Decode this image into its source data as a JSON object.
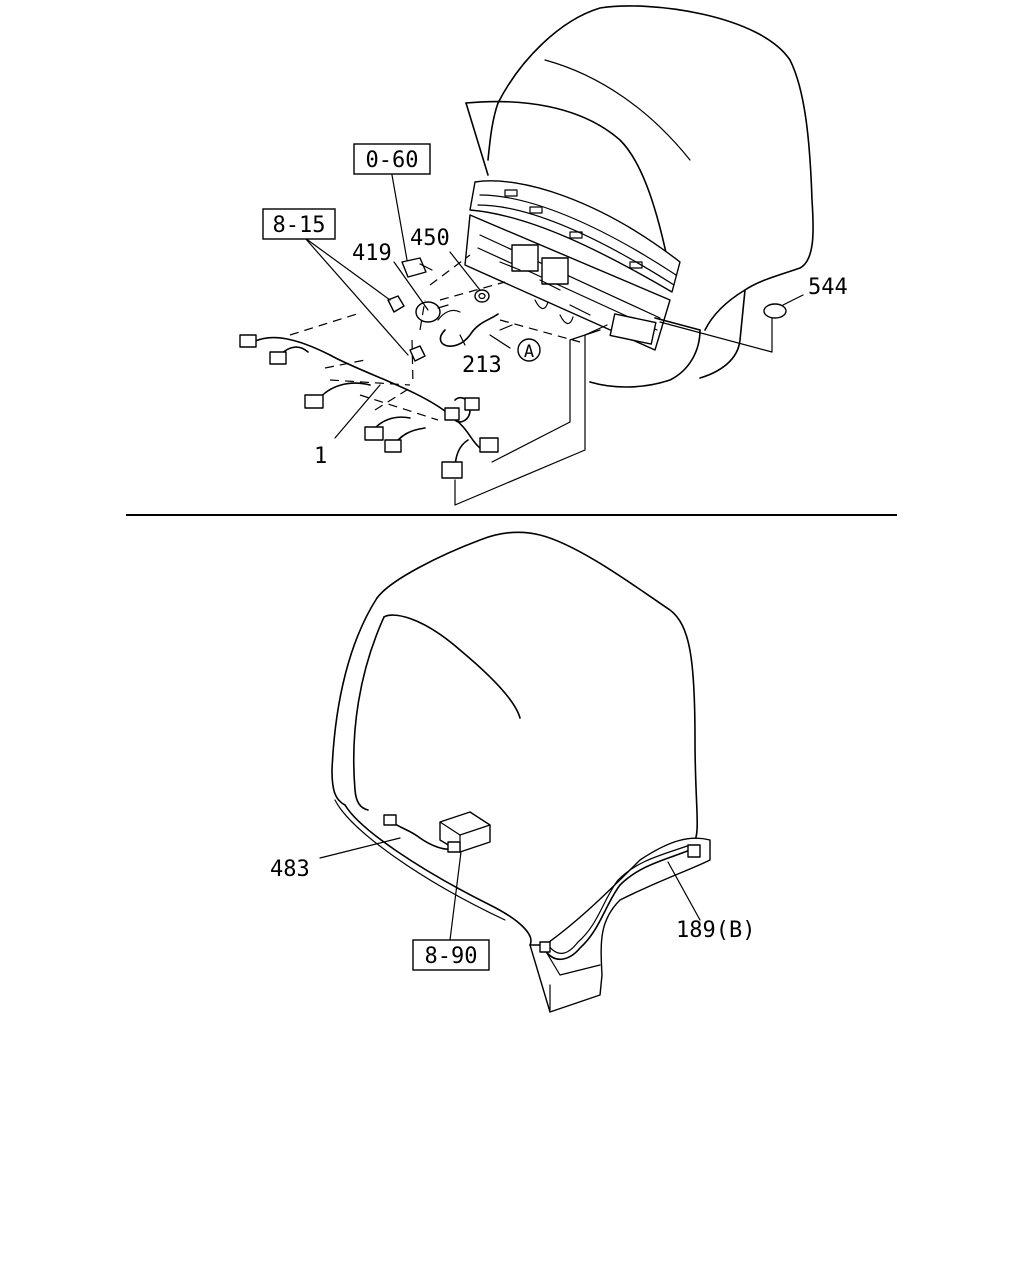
{
  "labels": {
    "ref_0_60": "0-60",
    "ref_8_15": "8-15",
    "ref_8_90": "8-90",
    "part_419": "419",
    "part_450": "450",
    "part_213": "213",
    "part_1": "1",
    "part_544": "544",
    "part_483": "483",
    "part_189b": "189(B)",
    "marker_a": "A"
  }
}
